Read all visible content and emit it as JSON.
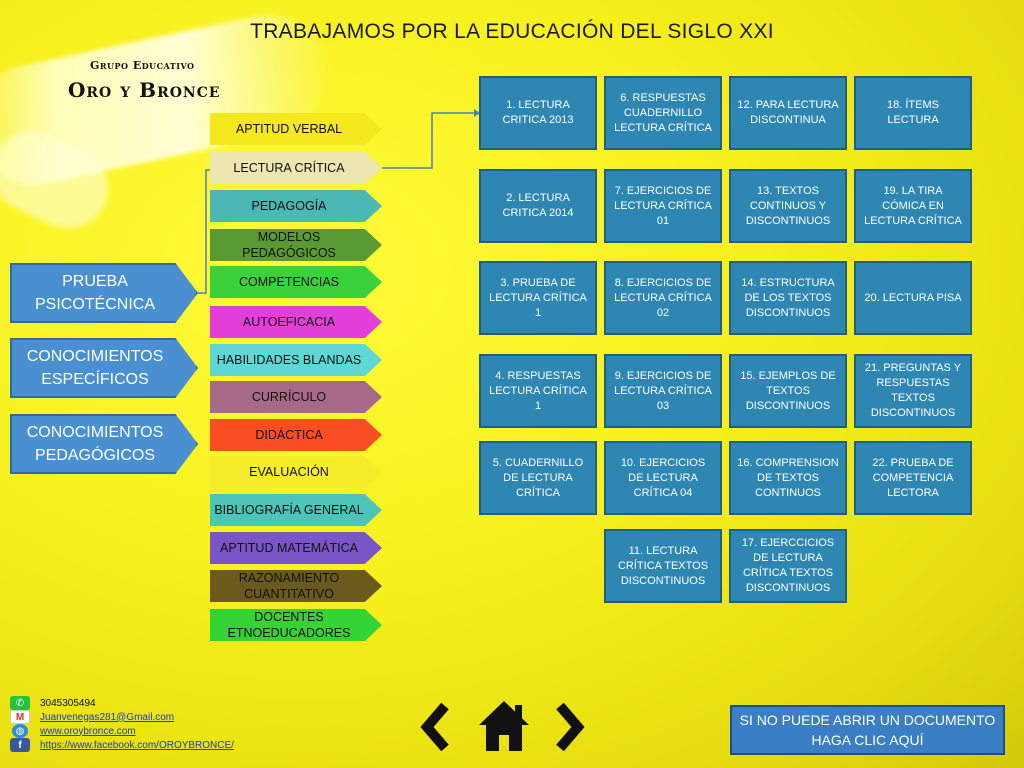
{
  "header": {
    "title": "TRABAJAMOS POR LA EDUCACIÓN DEL SIGLO XXI",
    "brand_small": "Grupo Educativo",
    "brand_big": "Oro y Bronce"
  },
  "main_categories": [
    "PRUEBA PSICOTÉCNICA",
    "CONOCIMIENTOS ESPECÍFICOS",
    "CONOCIMIENTOS PEDAGÓGICOS"
  ],
  "topics": [
    {
      "label": "APTITUD VERBAL",
      "color": "#f5e81c"
    },
    {
      "label": "LECTURA CRÍTICA",
      "color": "#ece6b0"
    },
    {
      "label": "PEDAGOGÍA",
      "color": "#4bb8b4"
    },
    {
      "label": "MODELOS PEDAGÓGICOS",
      "color": "#5a9a32"
    },
    {
      "label": "COMPETENCIAS",
      "color": "#3bd13b"
    },
    {
      "label": "AUTOEFICACIA",
      "color": "#e23fd9"
    },
    {
      "label": "HABILIDADES BLANDAS",
      "color": "#5fd7d4"
    },
    {
      "label": "CURRÍCULO",
      "color": "#a76a86"
    },
    {
      "label": "DIDÁCTICA",
      "color": "#fb4d24"
    },
    {
      "label": "EVALUACIÓN",
      "color": "#f7ec2a"
    },
    {
      "label": "BIBLIOGRAFÍA GENERAL",
      "color": "#4cc4b8"
    },
    {
      "label": "APTITUD MATEMÁTICA",
      "color": "#7a55c8"
    },
    {
      "label": "RAZONAMIENTO CUANTITATIVO",
      "color": "#6b5a1e"
    },
    {
      "label": "DOCENTES ETNOEDUCADORES",
      "color": "#33d433"
    }
  ],
  "grid": [
    "1. LECTURA CRITICA 2013",
    "2. LECTURA CRITICA 2014",
    "3. PRUEBA DE LECTURA CRÍTICA 1",
    "4. RESPUESTAS LECTURA CRÍTICA 1",
    "5. CUADERNILLO DE LECTURA CRÍTICA",
    "6. RESPUESTAS CUADERNILLO LECTURA CRÍTICA",
    "7. EJERCICIOS DE LECTURA CRÍTICA 01",
    "8. EJERCICIOS DE LECTURA CRÍTICA 02",
    "9. EJERCICIOS DE LECTURA CRÍTICA 03",
    "10. EJERCICIOS DE LECTURA CRÍTICA 04",
    "11. LECTURA CRÍTICA TEXTOS DISCONTINUOS",
    "12. PARA LECTURA DISCONTINUA",
    "13. TEXTOS CONTINUOS Y DISCONTINUOS",
    "14. ESTRUCTURA DE LOS TEXTOS DISCONTINUOS",
    "15. EJEMPLOS DE TEXTOS DISCONTINUOS",
    "16. COMPRENSION DE TEXTOS CONTINUOS",
    "17. EJERCCICIOS DE LECTURA CRÍTICA TEXTOS DISCONTINUOS",
    "18. ÍTEMS LECTURA",
    "19. LA TIRA CÓMICA EN LECTURA CRÍTICA",
    "20. LECTURA PISA",
    "21. PREGUNTAS Y RESPUESTAS TEXTOS DISCONTINUOS",
    "22. PRUEBA DE COMPETENCIA LECTORA"
  ],
  "contact": {
    "phone": "3045305494",
    "email": "Juanvenegas281@Gmail.com",
    "web": "www.oroybronce.com",
    "facebook": "https://www.facebook.com/OROYBRONCE/"
  },
  "icons": {
    "whatsapp": "whatsapp-icon",
    "gmail": "gmail-icon",
    "web": "globe-icon",
    "facebook": "facebook-icon",
    "prev": "chevron-left-icon",
    "home": "home-icon",
    "next": "chevron-right-icon"
  },
  "help_button": "SI NO PUEDE ABRIR UN DOCUMENTO HAGA CLIC AQUÍ"
}
